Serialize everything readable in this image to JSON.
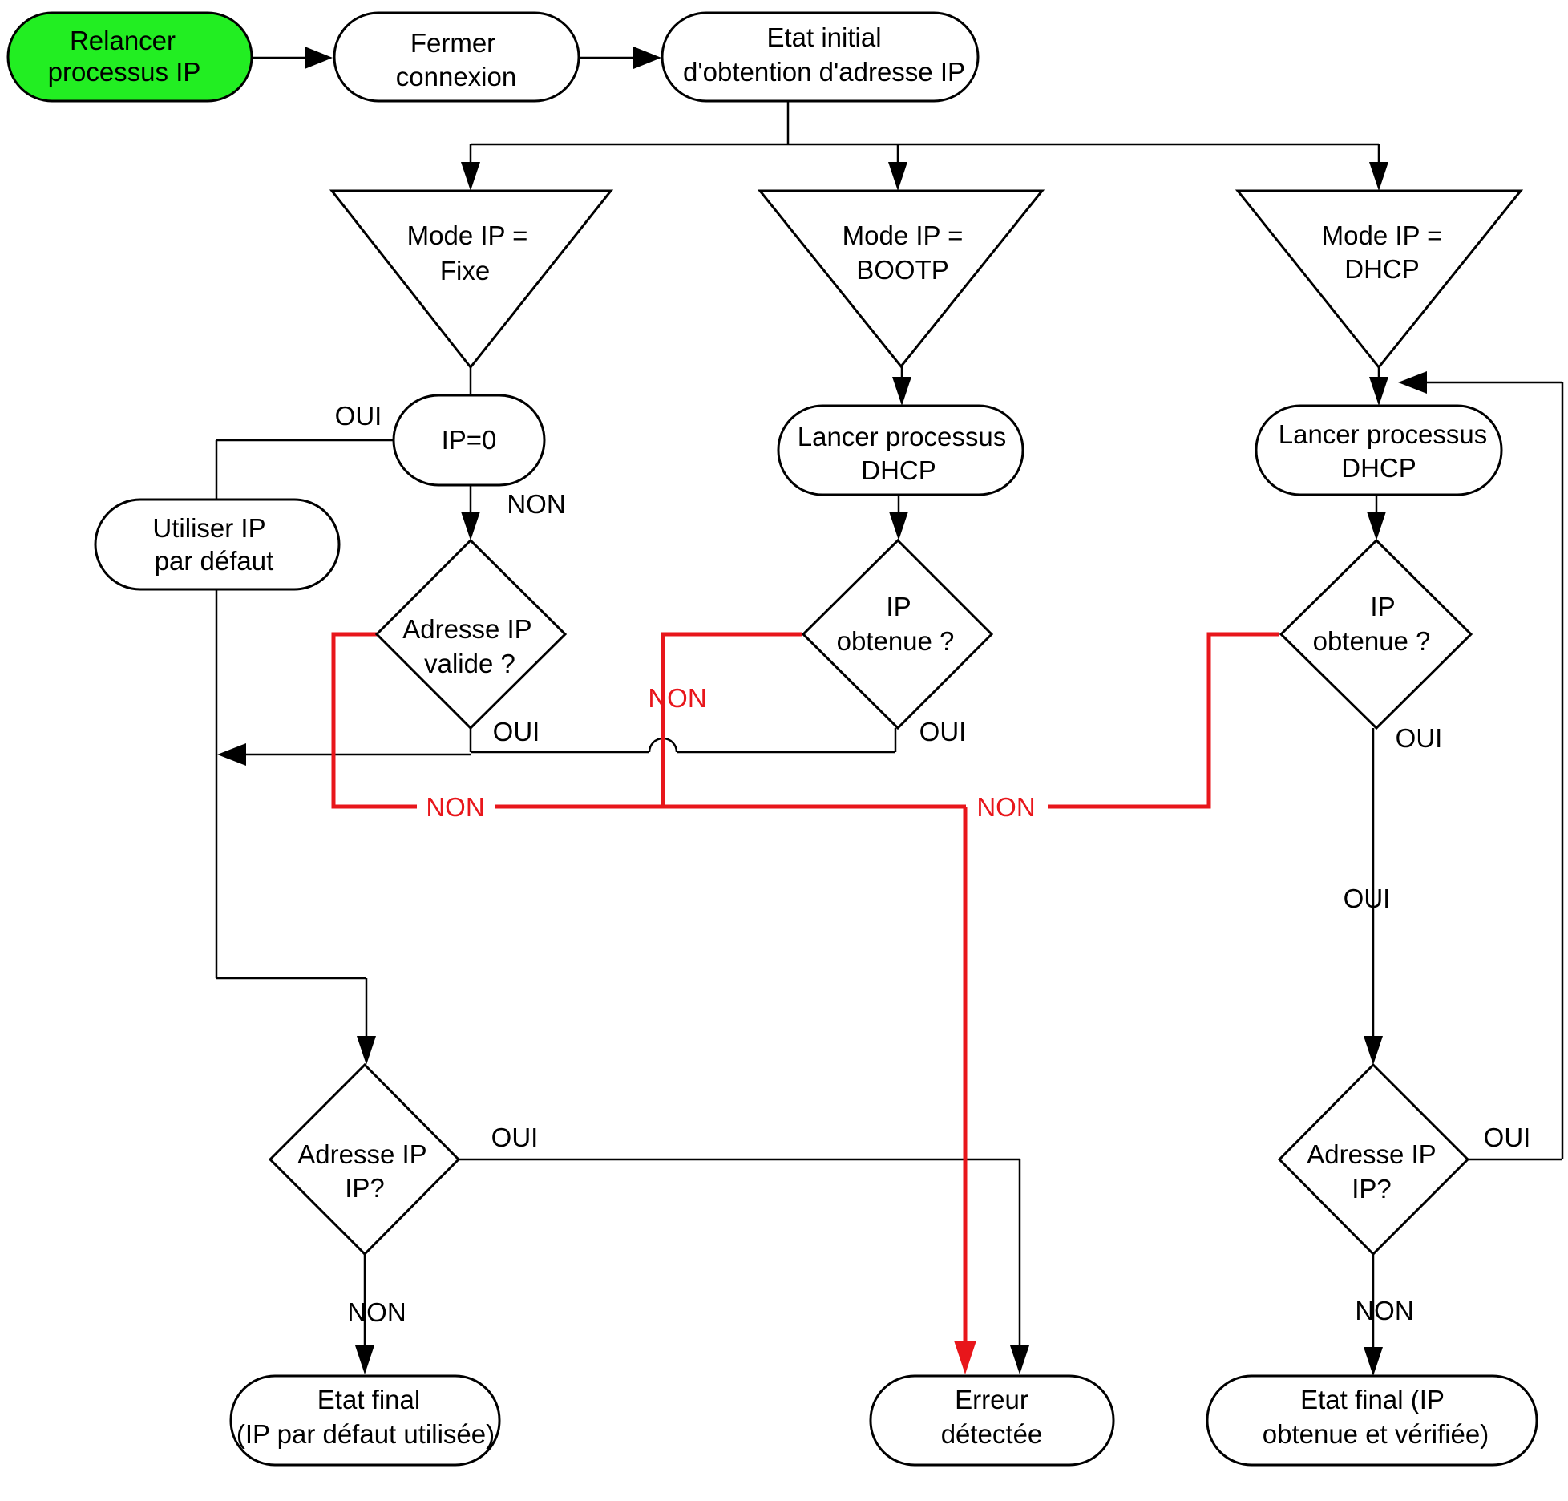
{
  "colors": {
    "start_fill": "#22ee22",
    "error_path": "#e8161b",
    "stroke": "#000000"
  },
  "nodes": {
    "restart": [
      "Relancer",
      "processus IP"
    ],
    "close": [
      "Fermer",
      "connexion"
    ],
    "init": [
      "Etat initial",
      "d'obtention d'adresse IP"
    ],
    "mode_fixe": [
      "Mode IP =",
      "Fixe"
    ],
    "mode_bootp": [
      "Mode IP =",
      "BOOTP"
    ],
    "mode_dhcp": [
      "Mode IP =",
      "DHCP"
    ],
    "ip0": [
      "IP=0"
    ],
    "default_ip": [
      "Utiliser IP",
      "par défaut"
    ],
    "valid": [
      "Adresse IP",
      "valide ?"
    ],
    "launch_bootp": [
      "Lancer processus",
      "DHCP"
    ],
    "launch_dhcp": [
      "Lancer processus",
      "DHCP"
    ],
    "obt_bootp": [
      "IP",
      "obtenue ?"
    ],
    "obt_dhcp": [
      "IP",
      "obtenue ?"
    ],
    "dup_left": [
      "Adresse IP",
      "IP?"
    ],
    "dup_right": [
      "Adresse IP",
      "IP?"
    ],
    "final_default": [
      "Etat final",
      "(IP par défaut utilisée)"
    ],
    "error": [
      "Erreur",
      "détectée"
    ],
    "final_ok": [
      "Etat final (IP",
      "obtenue et vérifiée)"
    ]
  },
  "labels": {
    "oui_ip0": "OUI",
    "non_ip0": "NON",
    "oui_valid": "OUI",
    "oui_bootp": "OUI",
    "oui_dhcp_a": "OUI",
    "oui_dhcp_b": "OUI",
    "oui_dup_left": "OUI",
    "oui_dup_right": "OUI",
    "non_dup_left": "NON",
    "non_dup_right": "NON",
    "non_red_bootp": "NON",
    "non_red_left": "NON",
    "non_red_right": "NON"
  }
}
